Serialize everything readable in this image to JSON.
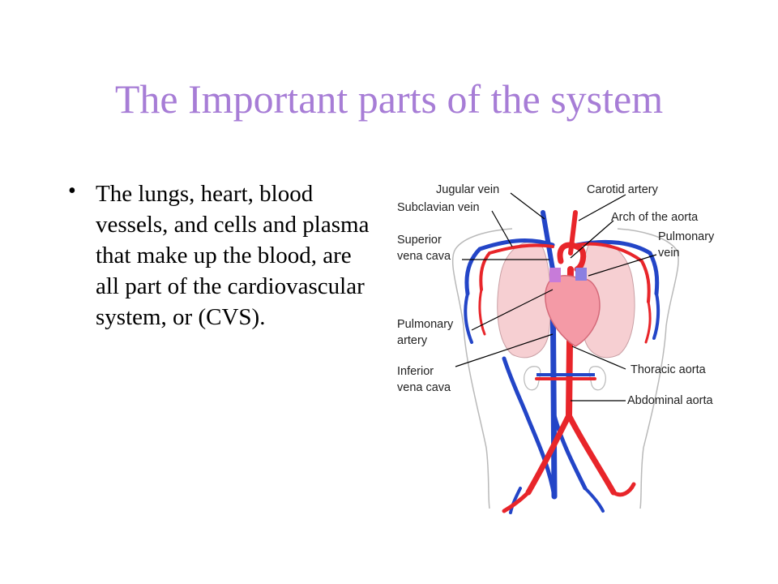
{
  "title": "The Important parts of the system",
  "bullet": {
    "marker": "•",
    "text": "The lungs, heart, blood vessels, and cells and plasma that make up the blood, are all part of the cardiovascular system, or (CVS)."
  },
  "diagram": {
    "labels": {
      "jugular_vein": "Jugular vein",
      "subclavian_vein": "Subclavian vein",
      "superior_vena_cava_1": "Superior",
      "superior_vena_cava_2": "vena cava",
      "pulmonary_artery_1": "Pulmonary",
      "pulmonary_artery_2": "artery",
      "inferior_vena_cava_1": "Inferior",
      "inferior_vena_cava_2": "vena cava",
      "carotid_artery": "Carotid artery",
      "arch_of_aorta": "Arch of the aorta",
      "pulmonary_vein_1": "Pulmonary",
      "pulmonary_vein_2": "vein",
      "thoracic_aorta": "Thoracic aorta",
      "abdominal_aorta": "Abdominal aorta"
    },
    "colors": {
      "artery": "#e8252a",
      "vein": "#2345c7",
      "lung": "#f6cfd2",
      "heart": "#f49aa6",
      "outline": "#b9b9b9"
    }
  }
}
